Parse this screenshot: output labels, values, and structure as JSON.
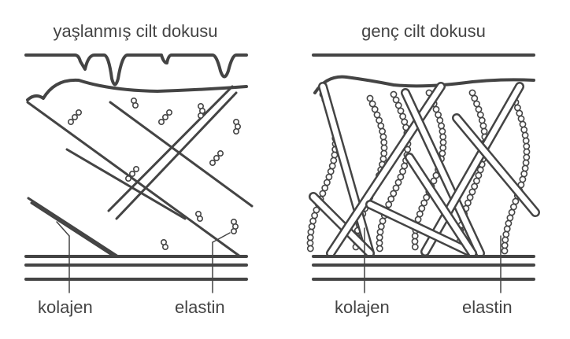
{
  "colors": {
    "stroke": "#444444",
    "background": "#ffffff"
  },
  "panels": {
    "aged": {
      "title": "yaşlanmış cilt dokusu",
      "collagen_label": "kolajen",
      "elastin_label": "elastin"
    },
    "young": {
      "title": "genç cilt dokusu",
      "collagen_label": "kolajen",
      "elastin_label": "elastin"
    }
  }
}
